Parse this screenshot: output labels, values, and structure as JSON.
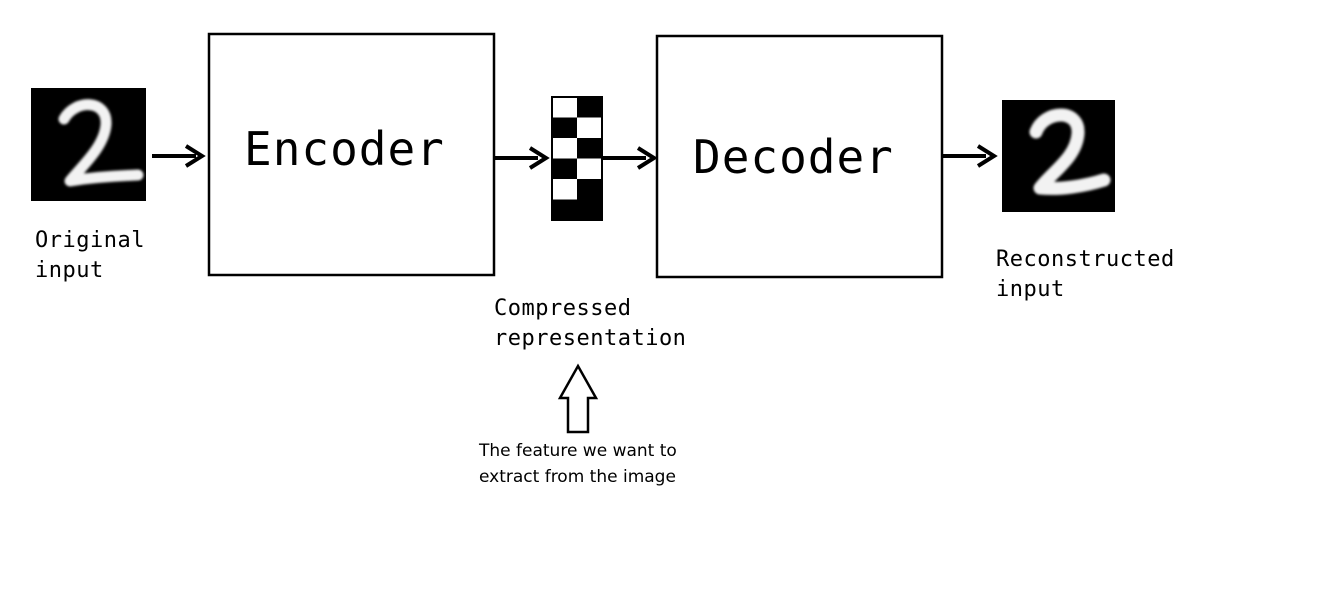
{
  "encoder": {
    "label": "Encoder"
  },
  "decoder": {
    "label": "Decoder"
  },
  "original_input": {
    "lines": [
      "Original",
      "input"
    ]
  },
  "reconstructed_input": {
    "lines": [
      "Reconstructed",
      "input"
    ]
  },
  "compressed": {
    "lines": [
      "Compressed",
      "representation"
    ]
  },
  "feature_note": {
    "lines": [
      "The feature we want to",
      "extract from the image"
    ]
  },
  "code_grid": [
    [
      1,
      0
    ],
    [
      0,
      1
    ],
    [
      1,
      0
    ],
    [
      0,
      1
    ],
    [
      1,
      0
    ],
    [
      0,
      0
    ]
  ],
  "colors": {
    "ink": "#000000",
    "background": "#ffffff",
    "digit": "#f2f2f2"
  },
  "icons": {
    "input_image": "handwritten-digit-2-image",
    "output_image": "handwritten-digit-2-image",
    "pointer": "up-arrow-icon"
  }
}
